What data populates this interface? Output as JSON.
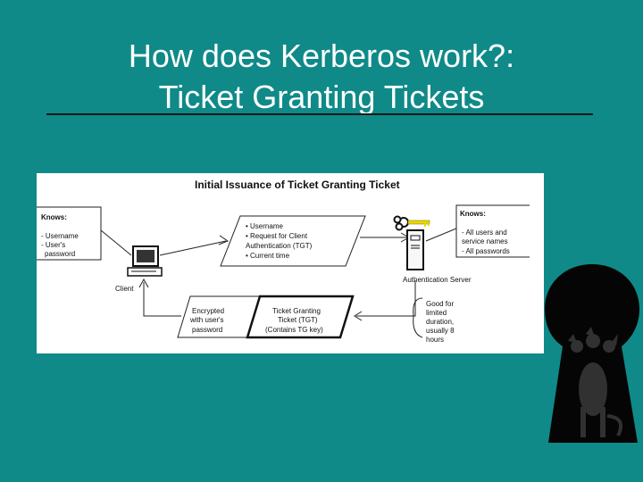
{
  "slide": {
    "title_line1": "How does Kerberos work?:",
    "title_line2": "Ticket Granting Tickets"
  },
  "diagram": {
    "title": "Initial Issuance of Ticket Granting Ticket",
    "client_knows": {
      "heading": "Knows:",
      "lines": [
        "- Username",
        "- User's",
        "  password"
      ]
    },
    "server_knows": {
      "heading": "Knows:",
      "lines": [
        "- All users and",
        "  service names",
        "- All passwords"
      ]
    },
    "request": {
      "lines": [
        "• Username",
        "• Request for Client",
        "  Authentication (TGT)",
        "• Current time"
      ]
    },
    "client_label": "Client",
    "server_label": "Authentication Server",
    "encrypted": {
      "lines": [
        "Encrypted",
        "with user's",
        "password"
      ]
    },
    "ticket": {
      "lines": [
        "Ticket Granting",
        "Ticket (TGT)",
        "(Contains TG key)"
      ]
    },
    "validity": {
      "lines": [
        "Good for",
        "limited",
        "duration,",
        "usually 8",
        "hours"
      ]
    },
    "icons": [
      "computer-icon",
      "server-icon",
      "key-icon"
    ]
  },
  "decoration": {
    "keyhole_icon": "keyhole-cerberus-icon",
    "colors": {
      "background": "#0f8a88",
      "diagram_bg": "#ffffff",
      "key": "#e8d800"
    }
  }
}
